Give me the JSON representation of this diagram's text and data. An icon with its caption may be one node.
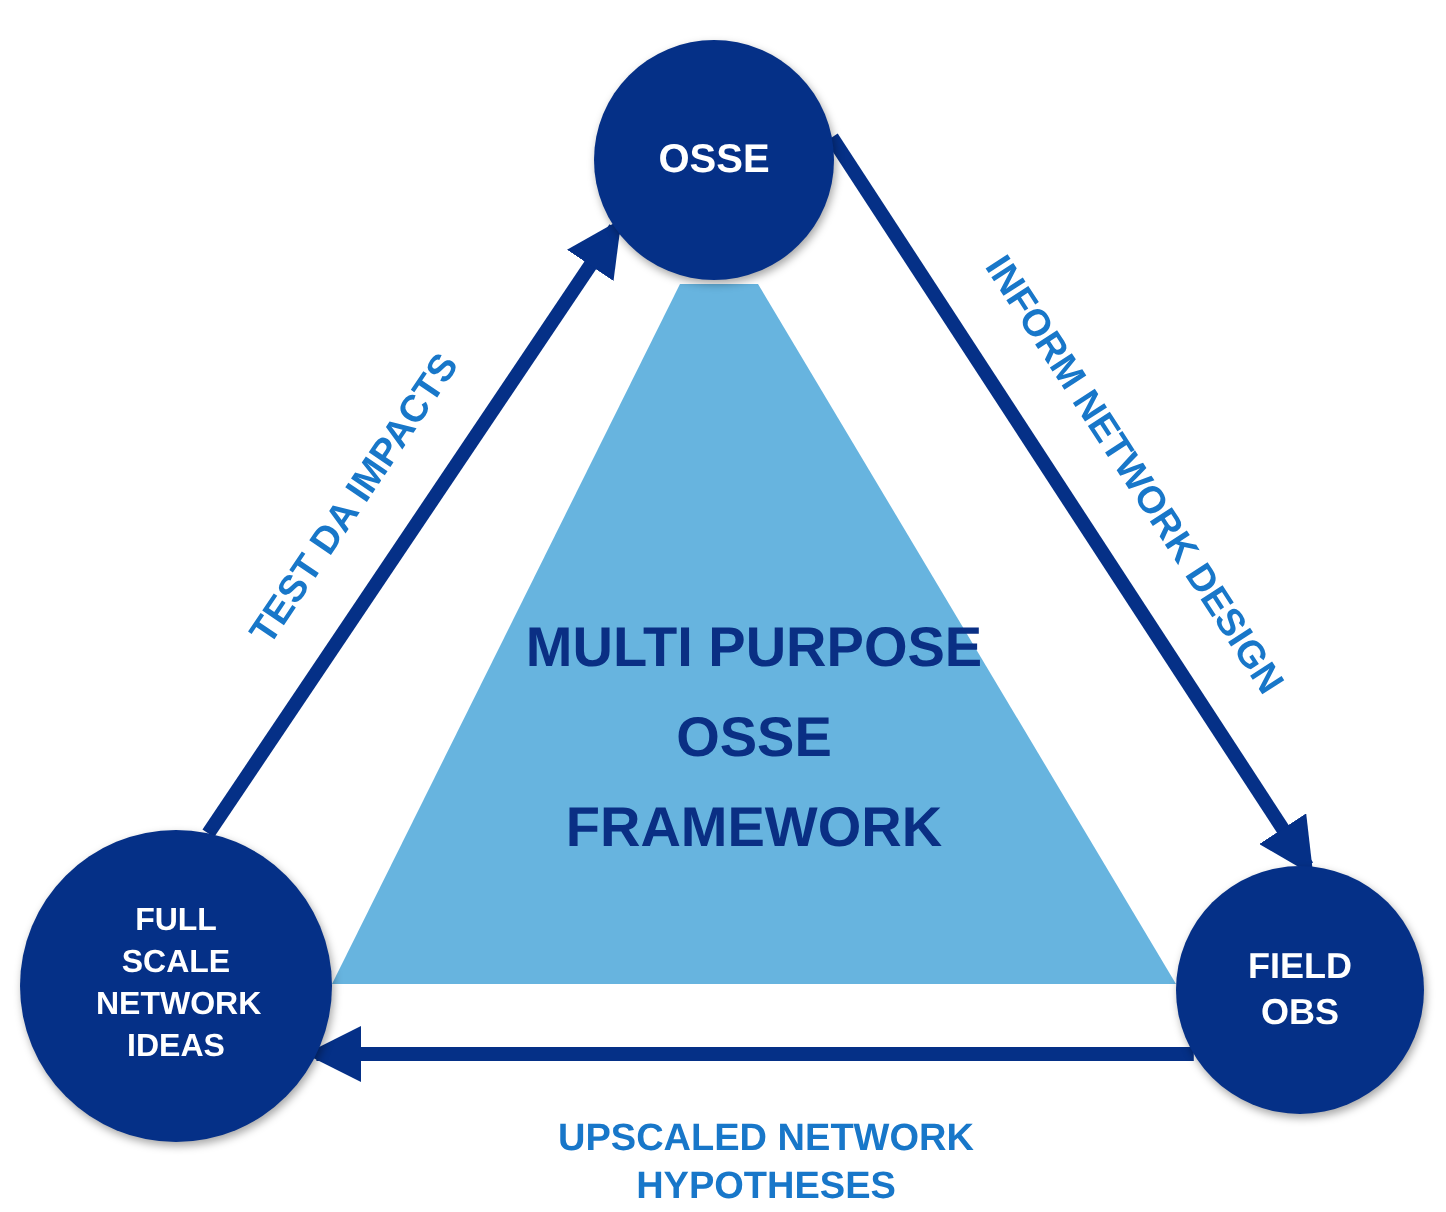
{
  "diagram": {
    "nodes": [
      {
        "text": [
          "MULTI PURPOSE OSSE FRAMEWORK"
        ]
      },
      {
        "text": [
          "OSSE"
        ]
      },
      {
        "text": [
          "FIELD OBS"
        ]
      },
      {
        "text": [
          "FULL SCALE NETWORK IDEAS"
        ]
      }
    ],
    "edges": [
      {
        "from": 1,
        "to": 2,
        "arrow": "to",
        "label": "INFORM NETWORK DESIGN"
      },
      {
        "from": 2,
        "to": 3,
        "arrow": "to",
        "label": "UPSCALED NETWORK HYPOTHESES"
      },
      {
        "from": 3,
        "to": 1,
        "arrow": "to",
        "label": "TEST DA IMPACTS"
      }
    ]
  }
}
